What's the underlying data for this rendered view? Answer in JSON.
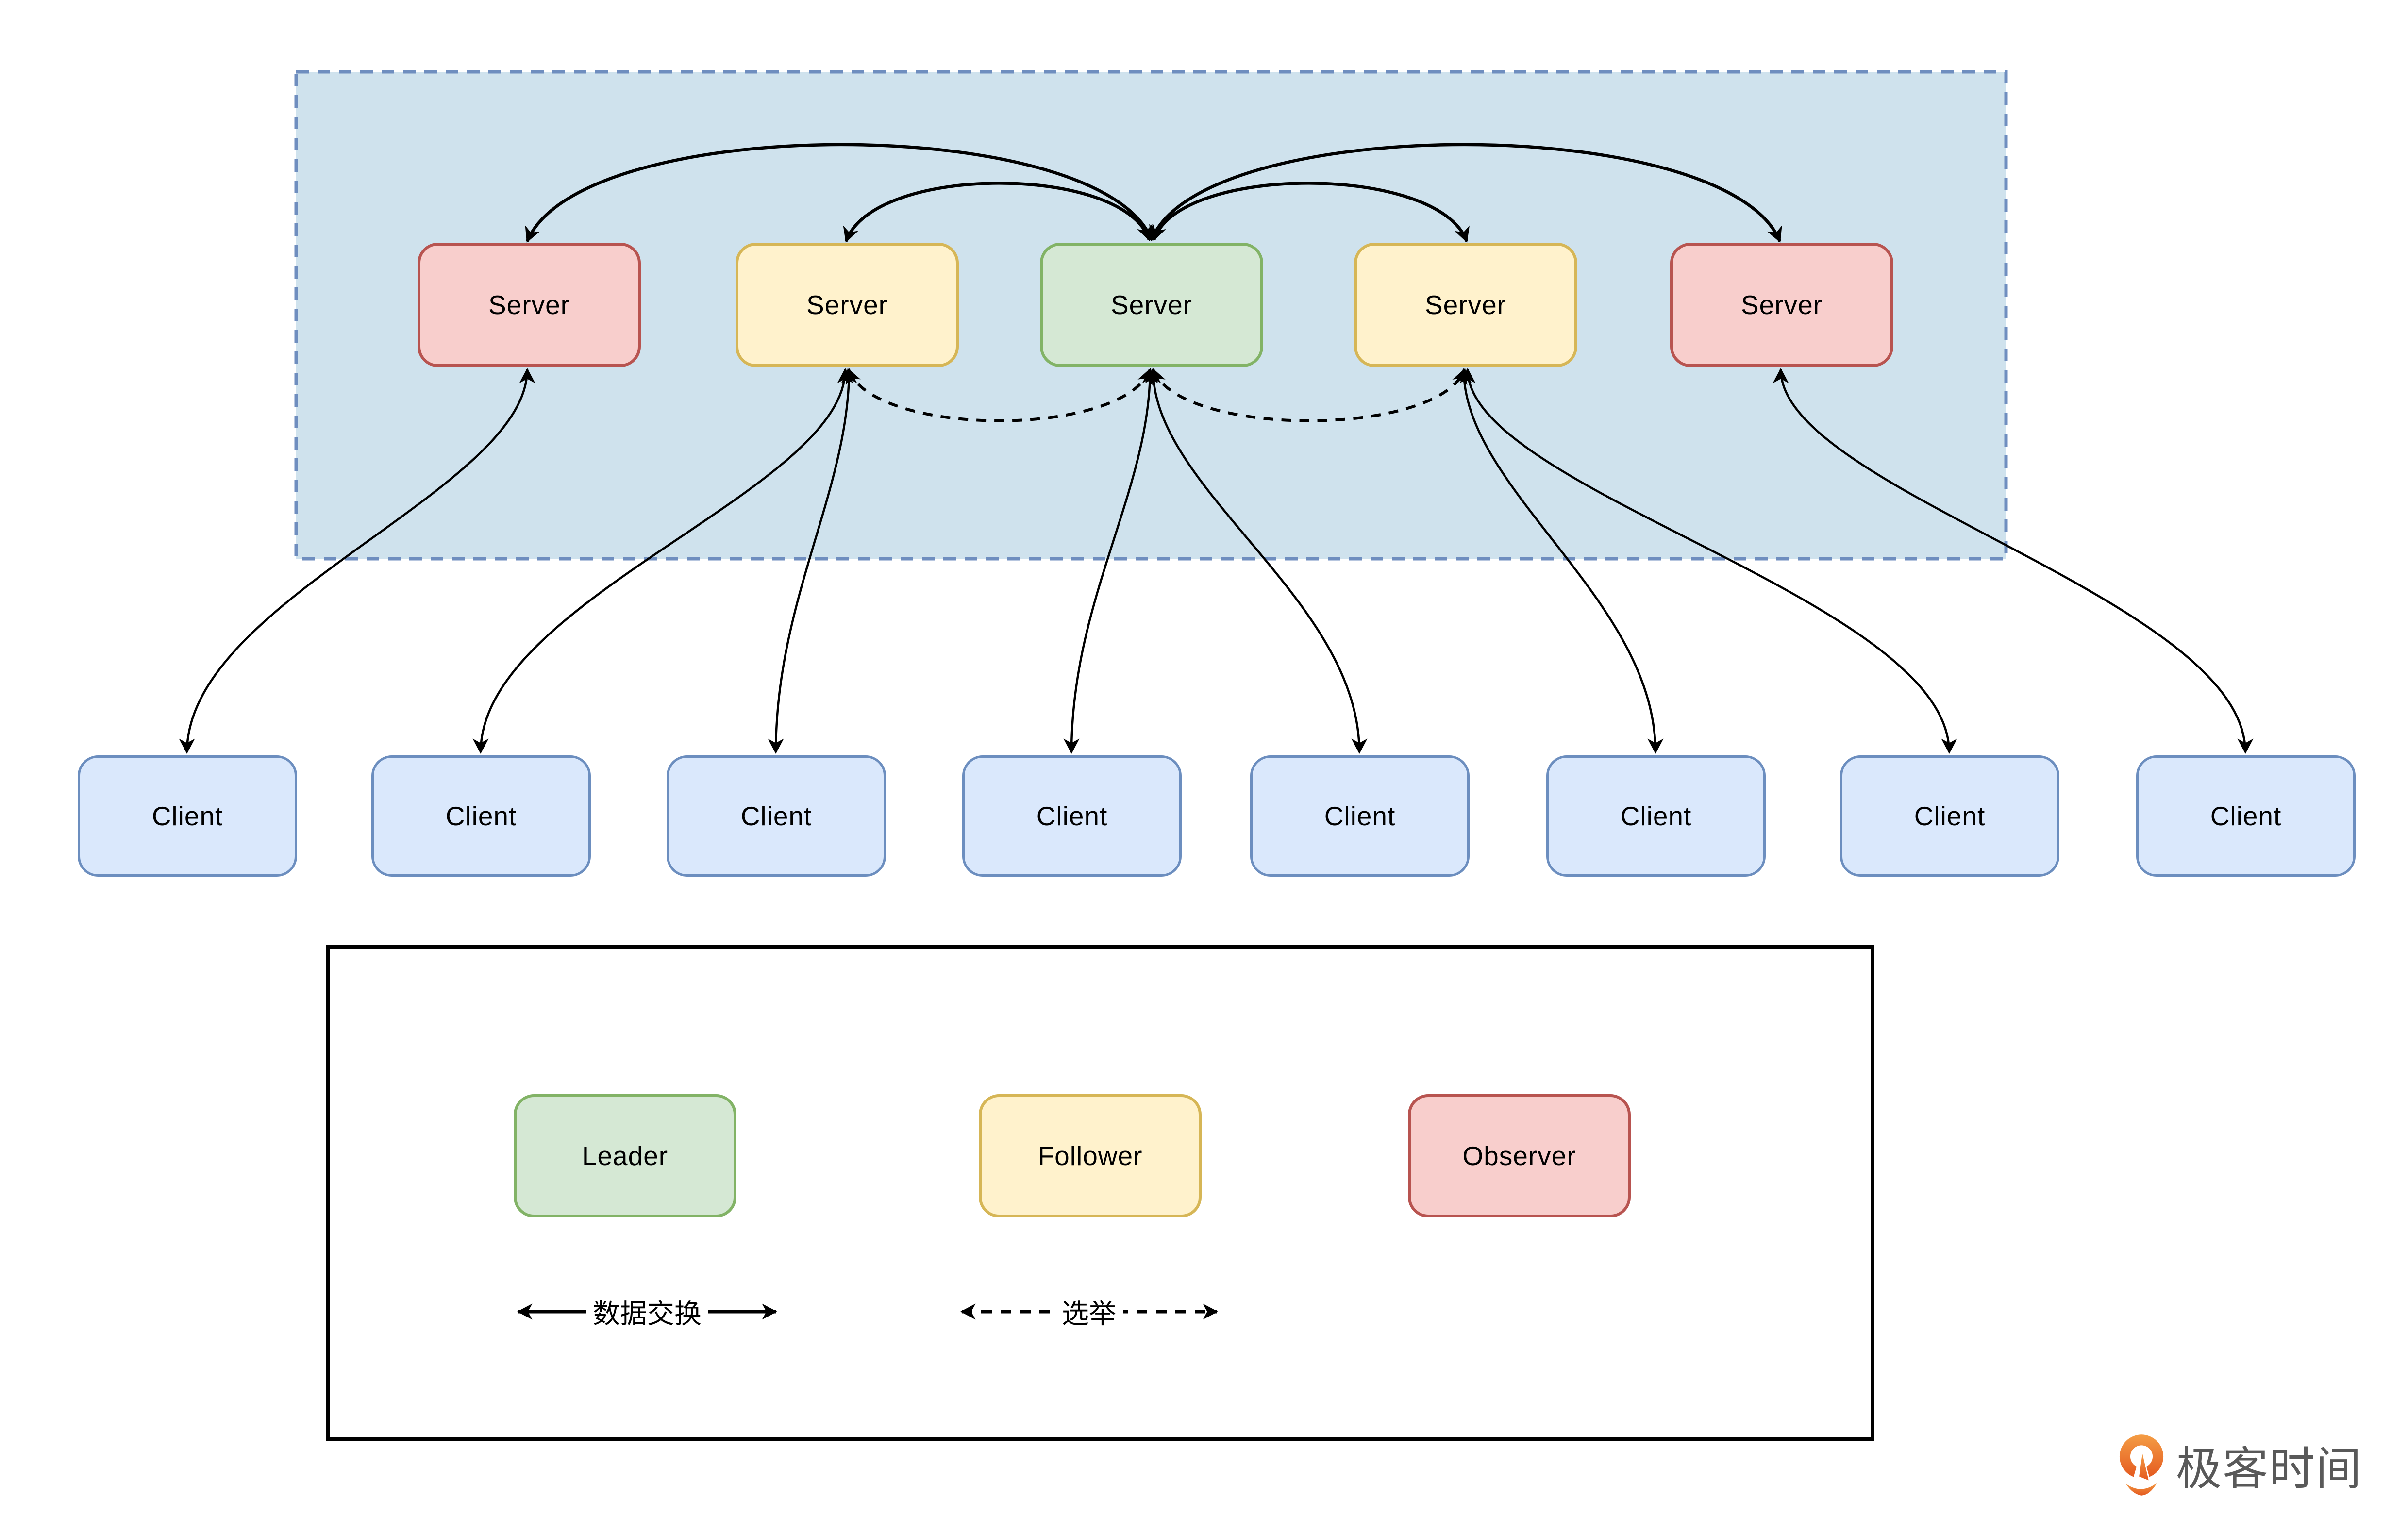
{
  "diagram": {
    "title_implicit": "ZooKeeper-style server ensemble with clients",
    "cluster": {
      "role": "server-ensemble",
      "fill": "#cfe2ed",
      "stroke": "#6f8ebf",
      "border_style": "dashed"
    },
    "servers": [
      {
        "label": "Server",
        "role": "observer",
        "fill": "#f8cecc",
        "stroke": "#b85450"
      },
      {
        "label": "Server",
        "role": "follower",
        "fill": "#fff2cc",
        "stroke": "#d6b656"
      },
      {
        "label": "Server",
        "role": "leader",
        "fill": "#d5e8d4",
        "stroke": "#82b366"
      },
      {
        "label": "Server",
        "role": "follower",
        "fill": "#fff2cc",
        "stroke": "#d6b656"
      },
      {
        "label": "Server",
        "role": "observer",
        "fill": "#f8cecc",
        "stroke": "#b85450"
      }
    ],
    "clients": [
      {
        "label": "Client"
      },
      {
        "label": "Client"
      },
      {
        "label": "Client"
      },
      {
        "label": "Client"
      },
      {
        "label": "Client"
      },
      {
        "label": "Client"
      },
      {
        "label": "Client"
      },
      {
        "label": "Client"
      }
    ],
    "client_box_style": {
      "fill": "#dae8fc",
      "stroke": "#6c8ebf"
    },
    "edges": {
      "data_exchange": [
        [
          "server-3",
          "server-1"
        ],
        [
          "server-3",
          "server-2"
        ],
        [
          "server-3",
          "server-4"
        ],
        [
          "server-3",
          "server-5"
        ]
      ],
      "election": [
        [
          "server-2",
          "server-3"
        ],
        [
          "server-3",
          "server-4"
        ]
      ],
      "client_links": [
        [
          "server-1",
          "client-1"
        ],
        [
          "server-2",
          "client-2"
        ],
        [
          "server-2",
          "client-3"
        ],
        [
          "server-3",
          "client-4"
        ],
        [
          "server-3",
          "client-5"
        ],
        [
          "server-4",
          "client-6"
        ],
        [
          "server-4",
          "client-7"
        ],
        [
          "server-5",
          "client-8"
        ]
      ],
      "arrow_color": "#000000",
      "style_note": "all links double-headed; data exchange solid, election dashed"
    },
    "legend": {
      "boxes": [
        {
          "label": "Leader",
          "fill": "#d5e8d4",
          "stroke": "#82b366"
        },
        {
          "label": "Follower",
          "fill": "#fff2cc",
          "stroke": "#d6b656"
        },
        {
          "label": "Observer",
          "fill": "#f8cecc",
          "stroke": "#b85450"
        }
      ],
      "arrows": [
        {
          "style": "solid",
          "label": "数据交换"
        },
        {
          "style": "dashed",
          "label": "选举"
        }
      ]
    },
    "logo": {
      "text": "极客时间",
      "icon": "geektime-pin-icon",
      "icon_color": "#e8622a",
      "text_color": "#595959"
    }
  }
}
